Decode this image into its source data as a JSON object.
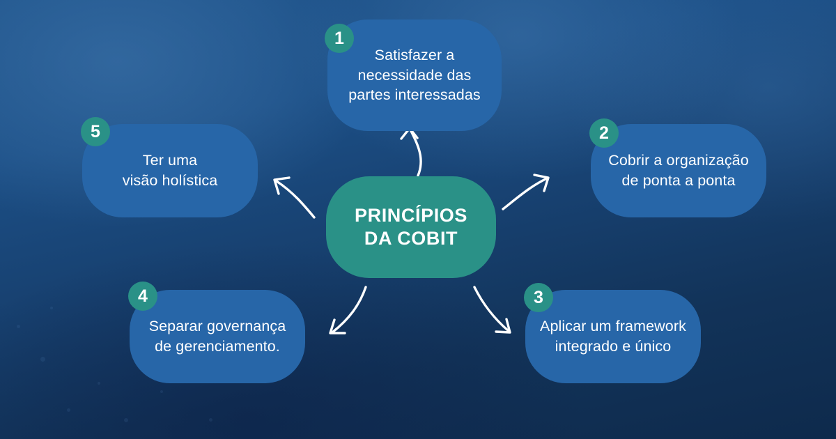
{
  "diagram": {
    "title": "Princípios da COBIT",
    "hub": {
      "label": "PRINCÍPIOS\nDA COBIT",
      "color": "#2a9187"
    },
    "colors": {
      "card_blue": "#2766a8",
      "badge_teal": "#2a9187",
      "text_white": "#ffffff",
      "background_top": "#1d5289",
      "background_bottom": "#0e2a4c",
      "arrow_white": "#ffffff"
    },
    "nodes": [
      {
        "number": "1",
        "label": "Satisfazer a\nnecessidade das\npartes interessadas",
        "position": "top"
      },
      {
        "number": "2",
        "label": "Cobrir a organização\nde ponta a ponta",
        "position": "right"
      },
      {
        "number": "3",
        "label": "Aplicar um framework\nintegrado e único",
        "position": "bottom-right"
      },
      {
        "number": "4",
        "label": "Separar governança\nde gerenciamento.",
        "position": "bottom-left"
      },
      {
        "number": "5",
        "label": "Ter uma\nvisão holística",
        "position": "left"
      }
    ],
    "arrows": [
      {
        "name": "arrow-to-node-1",
        "direction": "up"
      },
      {
        "name": "arrow-to-node-2",
        "direction": "up-right"
      },
      {
        "name": "arrow-to-node-3",
        "direction": "down-right"
      },
      {
        "name": "arrow-to-node-4",
        "direction": "down-left"
      },
      {
        "name": "arrow-to-node-5",
        "direction": "up-left"
      }
    ]
  }
}
